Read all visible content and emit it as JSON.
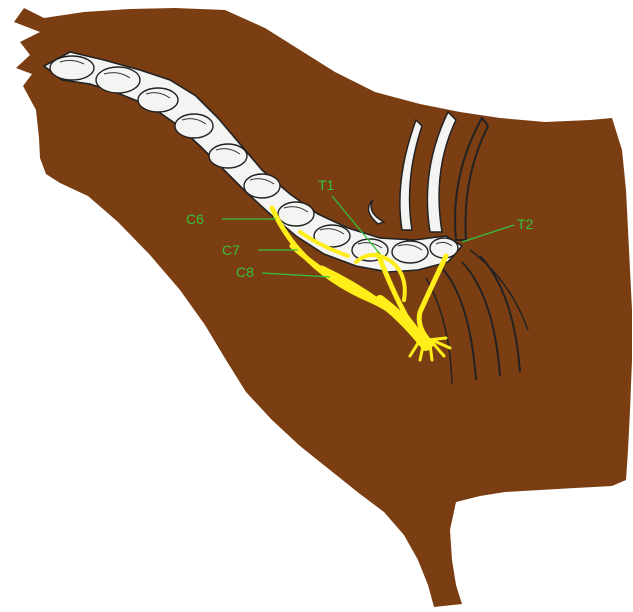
{
  "colors": {
    "body": "#7a3e12",
    "bone": "#f4f4f2",
    "bone_outline": "#222222",
    "nerve": "#ffee1a",
    "label": "#35c23a",
    "background": "#ffffff"
  },
  "labels": {
    "c6": "C6",
    "c7": "C7",
    "c8": "C8",
    "t1": "T1",
    "t2": "T2"
  }
}
